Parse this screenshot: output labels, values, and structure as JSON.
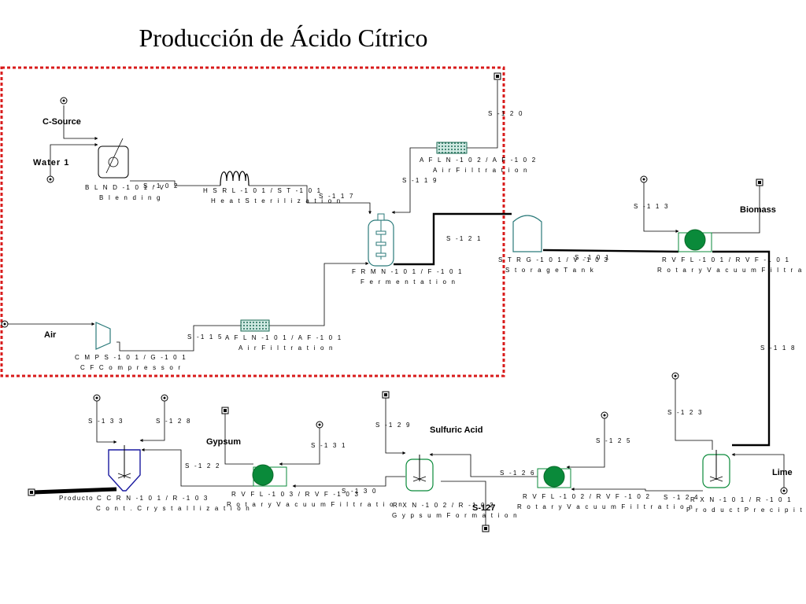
{
  "title": "Producción de Ácido Cítrico",
  "colors": {
    "highlight_border": "#d81b1b",
    "equipment_green": "#0a8a3a",
    "equipment_teal": "#2b7a7a",
    "crystallizer_blue": "#1a1aa0",
    "stream": "#000000"
  },
  "sources": {
    "c_source": "C-Source",
    "water": "Water 1",
    "air": "Air",
    "biomass": "Biomass",
    "gypsum": "Gypsum",
    "sulfuric_acid": "Sulfuric Acid",
    "lime": "Lime",
    "s127": "S-127",
    "producto": "Producto"
  },
  "equipment": {
    "blnd_id": "B L N D -1 0 1  /  V",
    "blnd_name": "B l e n d i n g",
    "hsrl_id": "H S R L -1 0 1  /  S T -1 0 1",
    "hsrl_name": "H e a t  S t e r i l i z a t i o n",
    "afln102_id": "A F L N -1 0 2  /  A F -1 0 2",
    "afln102_name": "A i r  F i l t r a t i o n",
    "frmn_id": "F R M N -1 0 1  /  F -1 0 1",
    "frmn_name": "F e r m e n t a t i o n",
    "afln101_id": "A F L N -1 0 1  /  A F -1 0 1",
    "afln101_name": "A i r  F i l t r a t i o n",
    "cmps_id": "C M P S -1 0 1  /  G -1 0 1",
    "cmps_name": "C F  C o m p r e s s o r",
    "strg_id": "S T R G -1 0 1  /  V -1 0 3",
    "strg_name": "S t o r a g e  T a n k",
    "rvfl101_id": "R V F L -1 0 1  /  R V F -1 0 1",
    "rvfl101_name": "R o t a r y  V a c u u m  F i l t r a t i o n",
    "rxn101_id": "R X N -1 0 1  /  R -1 0 1",
    "rxn101_name": "P r o d u c t  P r e c i p i t a t i o n",
    "rvfl102_id": "R V F L -1 0 2  /  R V F -1 0 2",
    "rvfl102_name": "R o t a r y  V a c u u m  F i l t r a t i o n",
    "rxn102_id": "R X N -1 0 2  /  R -1 0 2",
    "rxn102_name": "G y p s u m  F o r m a t i o n",
    "rvfl103_id": "R V F L -1 0 3  /  R V F -1 0 3",
    "rvfl103_name": "R o t a r y  V a c u u m  F i l t r a t i o n",
    "ccrn_id": "C C R N -1 0 1  /  R -1 0 3",
    "ccrn_name": "C o n t .  C r y s t a l l i z a t i o n"
  },
  "streams": {
    "s102": "S -1 0 2",
    "s117": "S -1 1 7",
    "s119": "S -1 1 9",
    "s120": "S -1 2 0",
    "s121": "S -1 2 1",
    "s115": "S -1 1 5",
    "s101": "S -1 0 1",
    "s113": "S -1 1 3",
    "s118": "S -1 1 8",
    "s123": "S -1 2 3",
    "s124": "S -1 2 4",
    "s125": "S -1 2 5",
    "s126": "S -1 2 6",
    "s129": "S -1 2 9",
    "s130": "S -1 3 0",
    "s131": "S -1 3 1",
    "s122": "S -1 2 2",
    "s133": "S -1 3 3",
    "s128": "S -1 2 8"
  }
}
